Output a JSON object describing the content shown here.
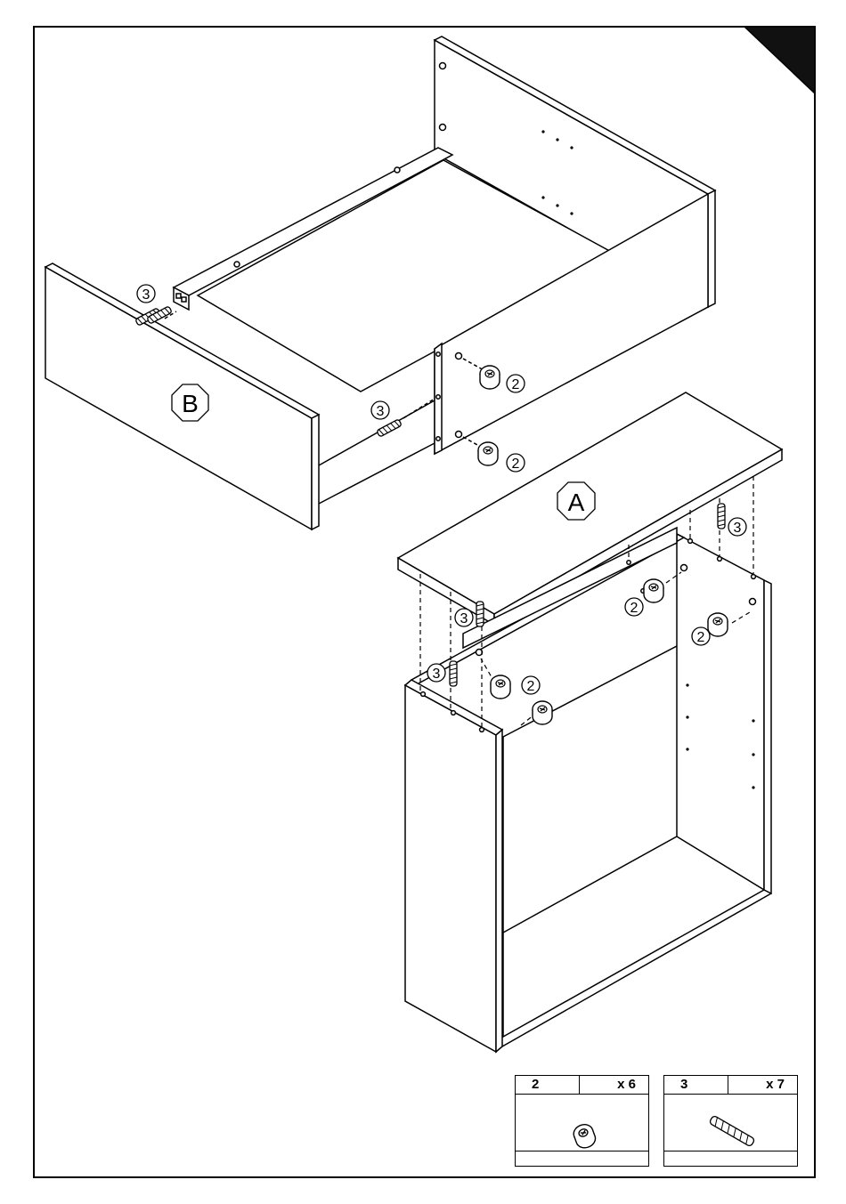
{
  "labels": {
    "panel_a": "A",
    "panel_b": "B",
    "part_2": "2",
    "part_3": "3"
  },
  "parts": [
    {
      "number": "2",
      "quantity": "x 6",
      "icon": "cam-lock-icon"
    },
    {
      "number": "3",
      "quantity": "x 7",
      "icon": "wooden-dowel-icon"
    }
  ]
}
